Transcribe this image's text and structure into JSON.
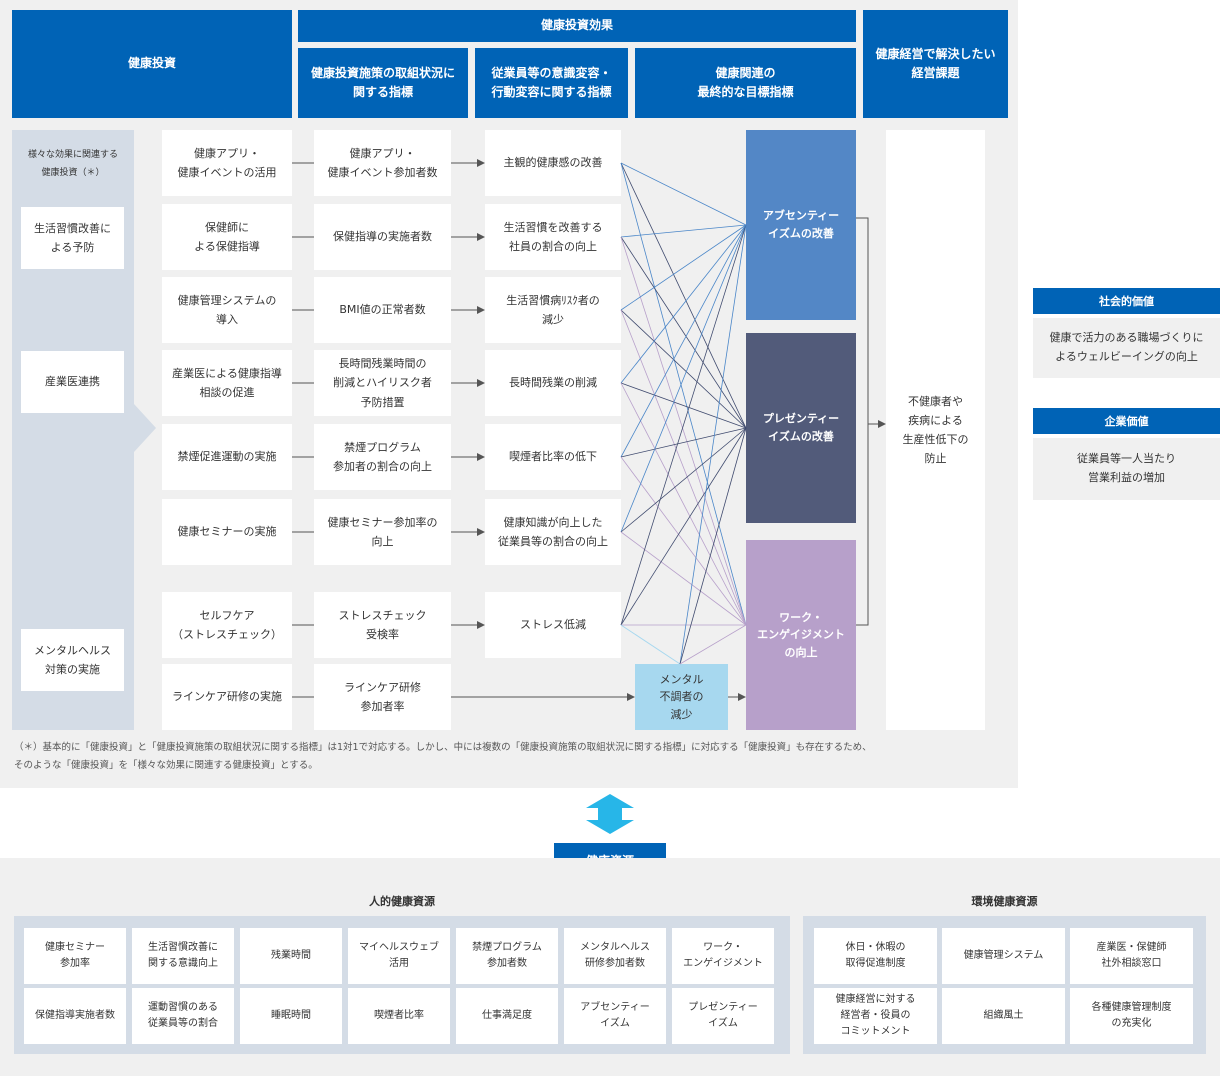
{
  "headers": {
    "investment": "健康投資",
    "effect": "健康投資効果",
    "effect_sub1": "健康投資施策の取組状況に\n関する指標",
    "effect_sub2": "従業員等の意識変容・\n行動変容に関する指標",
    "effect_sub3": "健康関連の\n最終的な目標指標",
    "issue": "健康経営で解決したい\n経営課題"
  },
  "sidebar": {
    "caption": "様々な効果に関連する\n健康投資（＊）",
    "items": [
      "生活習慣改善に\nよる予防",
      "産業医連携",
      "メンタルヘルス\n対策の実施"
    ]
  },
  "rows": [
    {
      "investment": "健康アプリ・\n健康イベントの活用",
      "indicator": "健康アプリ・\n健康イベント参加者数",
      "behavior": "主観的健康感の改善"
    },
    {
      "investment": "保健師に\nよる保健指導",
      "indicator": "保健指導の実施者数",
      "behavior": "生活習慣を改善する\n社員の割合の向上"
    },
    {
      "investment": "健康管理システムの\n導入",
      "indicator": "BMI値の正常者数",
      "behavior": "生活習慣病ﾘｽｸ者の\n減少"
    },
    {
      "investment": "産業医による健康指導\n相談の促進",
      "indicator": "長時間残業時間の\n削減とハイリスク者\n予防措置",
      "behavior": "長時間残業の削減"
    },
    {
      "investment": "禁煙促進運動の実施",
      "indicator": "禁煙プログラム\n参加者の割合の向上",
      "behavior": "喫煙者比率の低下"
    },
    {
      "investment": "健康セミナーの実施",
      "indicator": "健康セミナー参加率の\n向上",
      "behavior": "健康知識が向上した\n従業員等の割合の向上"
    },
    {
      "investment": "セルフケア\n（ストレスチェック）",
      "indicator": "ストレスチェック\n受検率",
      "behavior": "ストレス低減"
    },
    {
      "investment": "ラインケア研修の実施",
      "indicator": "ラインケア研修\n参加者率",
      "behavior": ""
    }
  ],
  "mental_box": "メンタル\n不調者の\n減少",
  "goals": [
    {
      "label": "アブセンティー\nイズムの改善",
      "color": "#5387c6"
    },
    {
      "label": "プレゼンティー\nイズムの改善",
      "color": "#525b7a"
    },
    {
      "label": "ワーク・\nエンゲイジメント\nの向上",
      "color": "#b7a0ca"
    }
  ],
  "issue_text": "不健康者や\n疾病による\n生産性低下の\n防止",
  "note": "（＊）基本的に「健康投資」と「健康投資施策の取組状況に関する指標」は1対1で対応する。しかし、中には複数の「健康投資施策の取組状況に関する指標」に対応する「健康投資」も存在するため、\nそのような「健康投資」を「様々な効果に関連する健康投資」とする。",
  "values": {
    "social_title": "社会的価値",
    "social_body": "健康で活力のある職場づくりに\nよるウェルビーイングの向上",
    "corporate_title": "企業価値",
    "corporate_body": "従業員等一人当たり\n営業利益の増加"
  },
  "resources": {
    "title": "健康資源",
    "human_title": "人的健康資源",
    "human_cells": [
      "健康セミナー\n参加率",
      "生活習慣改善に\n関する意識向上",
      "残業時間",
      "マイヘルスウェブ\n活用",
      "禁煙プログラム\n参加者数",
      "メンタルヘルス\n研修参加者数",
      "ワーク・\nエンゲイジメント",
      "保健指導実施者数",
      "運動習慣のある\n従業員等の割合",
      "睡眠時間",
      "喫煙者比率",
      "仕事満足度",
      "アブセンティー\nイズム",
      "プレゼンティー\nイズム"
    ],
    "env_title": "環境健康資源",
    "env_cells": [
      "休日・休暇の\n取得促進制度",
      "健康管理システム",
      "産業医・保健師\n社外相談窓口",
      "健康経営に対する\n経営者・役員の\nコミットメント",
      "組織風土",
      "各種健康管理制度\nの充実化"
    ]
  },
  "colors": {
    "header_blue": "#0063b6",
    "line_dark": "#3f4a6e",
    "line_blue": "#4a86c8",
    "line_purple": "#b7a0ca",
    "line_light": "#a7d8ef"
  }
}
